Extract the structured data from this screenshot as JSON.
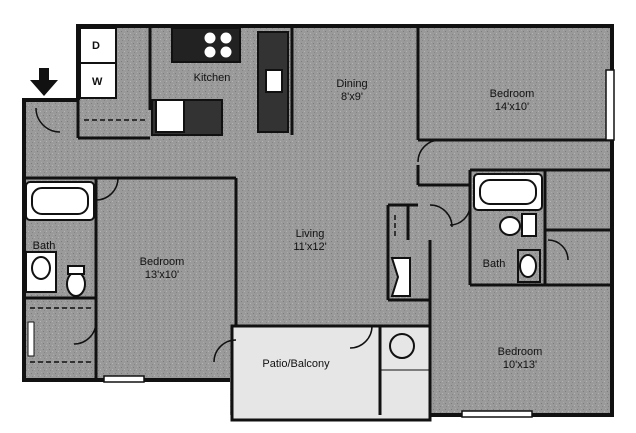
{
  "rooms": {
    "kitchen": {
      "name": "Kitchen"
    },
    "dining": {
      "name": "Dining",
      "size": "8'x9'"
    },
    "bedroom_top_right": {
      "name": "Bedroom",
      "size": "14'x10'"
    },
    "bath_left": {
      "name": "Bath"
    },
    "bedroom_left": {
      "name": "Bedroom",
      "size": "13'x10'"
    },
    "living": {
      "name": "Living",
      "size": "11'x12'"
    },
    "bath_right": {
      "name": "Bath"
    },
    "patio": {
      "name": "Patio/Balcony"
    },
    "bedroom_bottom_right": {
      "name": "Bedroom",
      "size": "10'x13'"
    }
  },
  "appliances": {
    "dryer": "D",
    "washer": "W"
  },
  "colors": {
    "floor": "#9a9a9a",
    "wall": "#111111",
    "patio": "#e6e6e6",
    "fixture": "#ffffff"
  }
}
